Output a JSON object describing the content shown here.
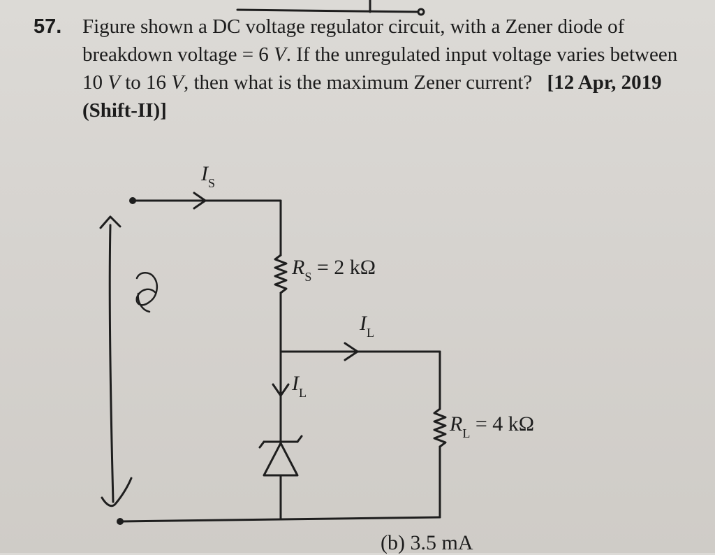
{
  "question": {
    "number": "57.",
    "text_parts": {
      "p1": "Figure shown a DC voltage regulator circuit, with a Zener diode of breakdown voltage = 6 ",
      "v1": "V",
      "p2": ". If the unregulated input voltage varies between 10 ",
      "v2": "V",
      "p3": " to 16 ",
      "v3": "V",
      "p4": ", then what is the maximum Zener current?"
    },
    "source": "[12 Apr, 2019 (Shift-II)]"
  },
  "circuit": {
    "is_label": "I",
    "is_sub": "S",
    "rs_name": "R",
    "rs_sub": "S",
    "rs_value": " = 2 kΩ",
    "il_top_label": "I",
    "il_top_sub": "L",
    "iz_label": "I",
    "iz_sub": "L",
    "rl_name": "R",
    "rl_sub": "L",
    "rl_value": " = 4 kΩ"
  },
  "options": {
    "b_partial": "(b) 3.5 mA"
  }
}
